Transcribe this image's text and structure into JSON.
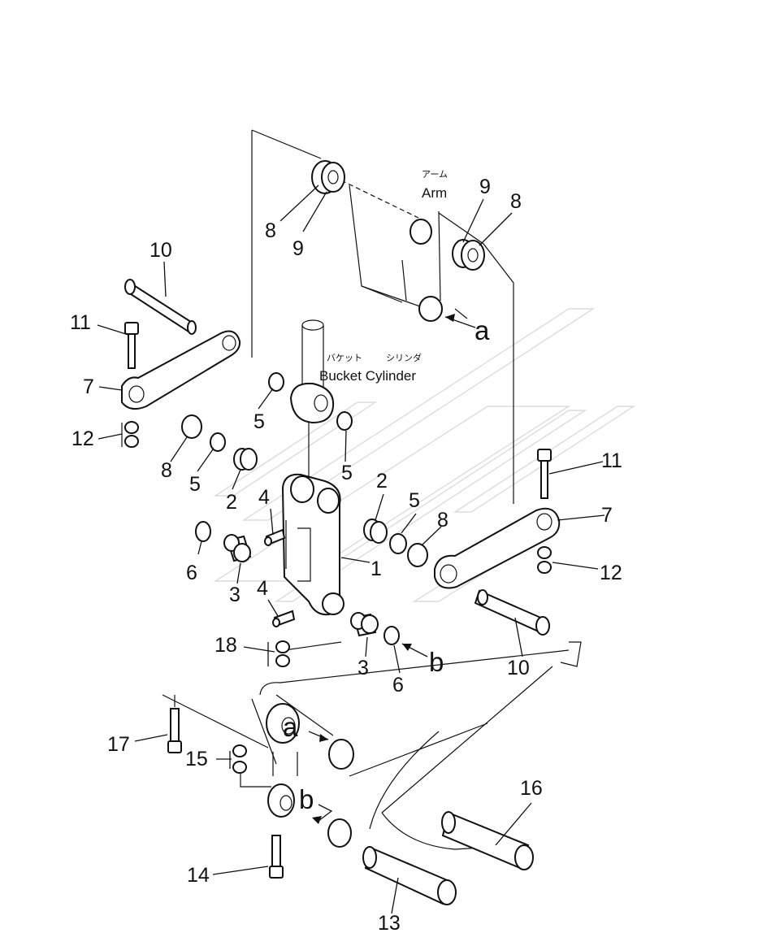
{
  "diagram": {
    "labels": {
      "arm_jp": "アーム",
      "arm": "Arm",
      "bucket_jp": "バケット",
      "cylinder_jp": "シリンダ",
      "bucket_cylinder": "Bucket Cylinder",
      "a": "a",
      "b": "b"
    },
    "callouts": {
      "n1": "1",
      "n2": "2",
      "n3": "3",
      "n4": "4",
      "n5": "5",
      "n6": "6",
      "n7": "7",
      "n8": "8",
      "n9": "9",
      "n10": "10",
      "n11": "11",
      "n12": "12",
      "n13": "13",
      "n14": "14",
      "n15": "15",
      "n16": "16",
      "n17": "17",
      "n18": "18"
    }
  }
}
